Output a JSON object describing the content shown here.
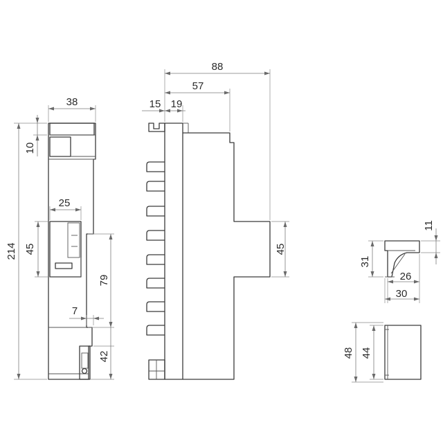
{
  "dimensions": {
    "left_view": {
      "total_height": "214",
      "width": "38",
      "top_section": "10",
      "window_width": "25",
      "window_height": "45",
      "rail_height": "79",
      "notch": "7",
      "bottom_section": "42"
    },
    "middle_view": {
      "total_depth": "88",
      "body_depth": "57",
      "front_offset": "15",
      "flange": "19",
      "projection_height": "45"
    },
    "clip_view": {
      "height": "31",
      "lip": "11",
      "inner_width": "26",
      "outer_width": "30"
    },
    "cover_view": {
      "outer_height": "48",
      "inner_height": "44"
    }
  }
}
